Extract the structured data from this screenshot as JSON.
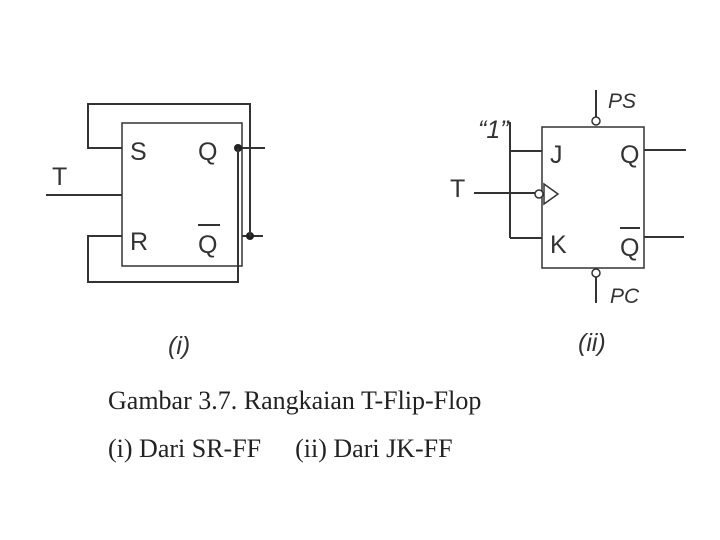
{
  "circuit_i": {
    "label": "(i)",
    "inputs": {
      "t": "T",
      "s": "S",
      "r": "R"
    },
    "outputs": {
      "q": "Q",
      "q_bar": "Q"
    }
  },
  "circuit_ii": {
    "label": "(ii)",
    "const_one": "“1”",
    "inputs": {
      "t": "T",
      "j": "J",
      "k": "K"
    },
    "outputs": {
      "q": "Q",
      "q_bar": "Q"
    },
    "preset": "PS",
    "clear": "PC"
  },
  "caption": {
    "title": "Gambar 3.7. Rangkaian T-Flip-Flop",
    "sub_i": "(i) Dari SR-FF",
    "sub_ii": "(ii) Dari JK-FF"
  }
}
